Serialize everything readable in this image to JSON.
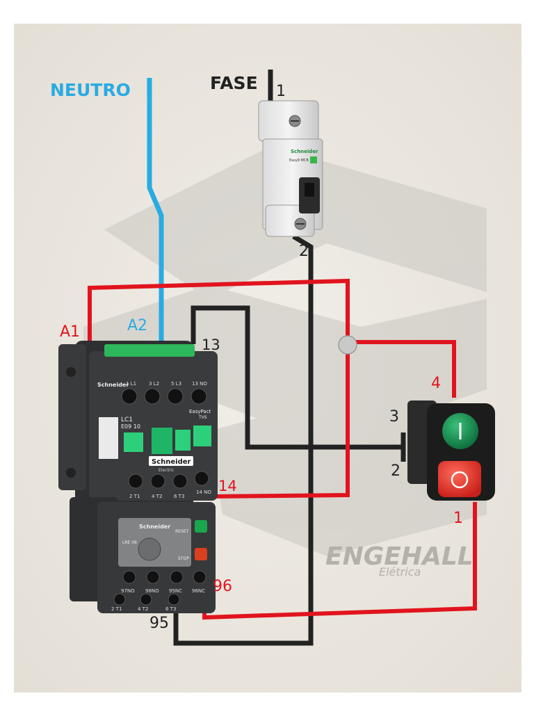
{
  "labels": {
    "neutro": "NEUTRO",
    "fase": "FASE",
    "breaker_in": "1",
    "breaker_out": "2",
    "a1": "A1",
    "a2": "A2",
    "t13": "13",
    "t14": "14",
    "t95": "95",
    "t96": "96",
    "btn_3": "3",
    "btn_2": "2",
    "btn_4": "4",
    "btn_1": "1"
  },
  "breaker": {
    "brand": "Schneider",
    "model": "Easy9 MCB"
  },
  "contactor": {
    "brand": "Schneider",
    "sub": "Electric",
    "model_line1": "LC1",
    "model_line2": "E09 10",
    "series": "EasyPact",
    "series2": "TVS",
    "top_terms": [
      "1 L1",
      "3 L2",
      "5 L3",
      "13 NO"
    ],
    "bottom_terms": [
      "2 T1",
      "4 T2",
      "6 T3",
      "14 NO"
    ]
  },
  "relay": {
    "brand": "Schneider",
    "reset": "RESET",
    "stop": "STOP",
    "model": "LRE 06",
    "terms": [
      "97NO",
      "98NO",
      "95NC",
      "96NC"
    ],
    "bottom_terms": [
      "2 T1",
      "4 T2",
      "6 T3"
    ]
  },
  "watermark": {
    "name": "ENGEHALL",
    "sub": "Elétrica"
  },
  "colors": {
    "neutral": "#29abe2",
    "phase": "#222222",
    "control": "#e1141e",
    "background": "#ece8e1"
  }
}
